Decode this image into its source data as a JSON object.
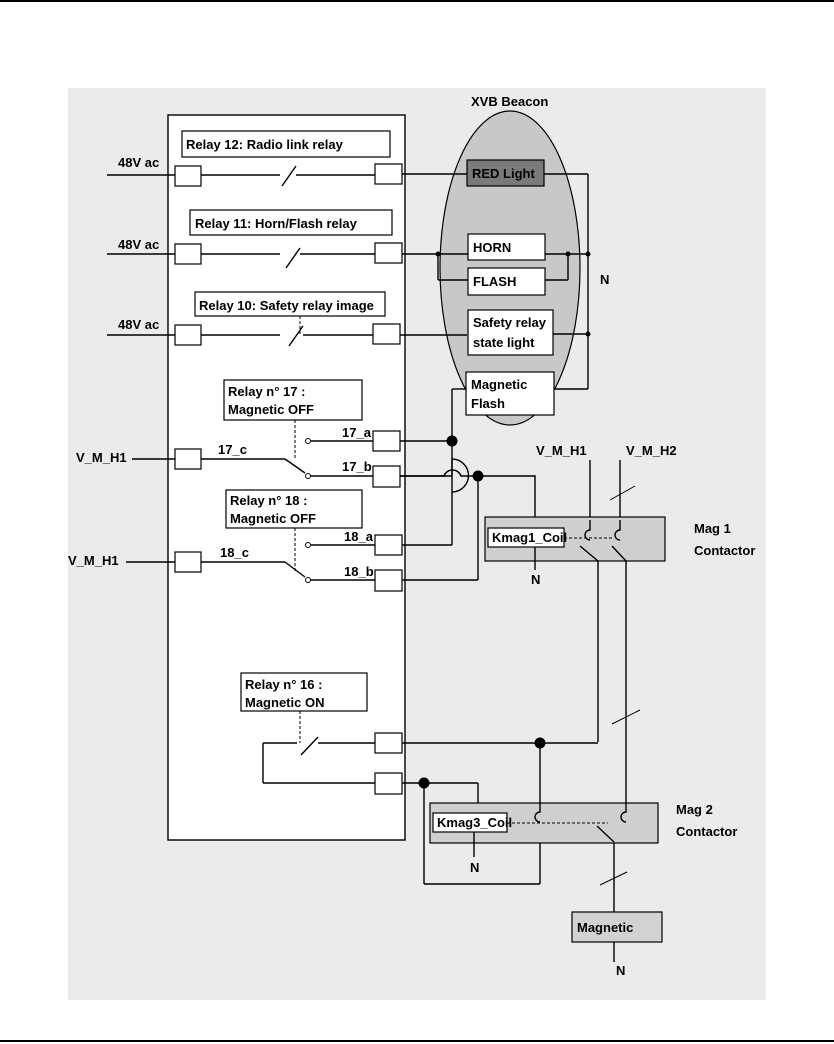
{
  "beacon_title": "XVB Beacon",
  "relays": {
    "r12": "Relay 12: Radio link  relay",
    "r11": "Relay 11: Horn/Flash relay",
    "r10": "Relay 10: Safety  relay image",
    "r17_line1": "Relay n° 17 :",
    "r17_line2": "Magnetic OFF",
    "r18_line1": "Relay n° 18 :",
    "r18_line2": "Magnetic OFF",
    "r16_line1": "Relay n° 16 :",
    "r16_line2": "Magnetic ON"
  },
  "inputs": {
    "v48_1": "48V ac",
    "v48_2": "48V ac",
    "v48_3": "48V ac",
    "vmh1_1": "V_M_H1",
    "vmh1_2": "V_M_H1"
  },
  "contacts": {
    "c17": "17_c",
    "a17": "17_a",
    "b17": "17_b",
    "c18": "18_c",
    "a18": "18_a",
    "b18": "18_b"
  },
  "beacon_items": {
    "red_light": "RED Light",
    "horn": "HORN",
    "flash": "FLASH",
    "safety_line1": "Safety relay",
    "safety_line2": "state light",
    "magflash_line1": "Magnetic",
    "magflash_line2": "Flash"
  },
  "neutral": "N",
  "supply": {
    "vmh1": "V_M_H1",
    "vmh2": "V_M_H2"
  },
  "mag1": {
    "coil": "Kmag1_Coil",
    "line1": "Mag 1",
    "line2": "Contactor"
  },
  "mag2": {
    "coil": "Kmag3_Coil",
    "line1": "Mag 2",
    "line2": "Contactor"
  },
  "load": "Magnetic",
  "colors": {
    "background_panel": "#ebebeb",
    "beacon_fill": "#c8c8c8",
    "red_light_fill": "#7a7a7a",
    "contactor_fill": "#cfcfcf",
    "load_fill": "#d2d2d2"
  }
}
